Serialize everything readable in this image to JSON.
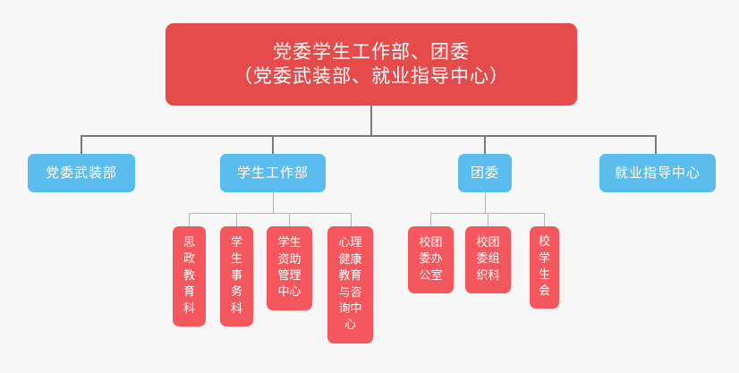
{
  "diagram": {
    "type": "organization-chart",
    "background_color": "#f7f7f7",
    "colors": {
      "root_fill": "#e54b4b",
      "department_fill": "#5bbdee",
      "leaf_fill": "#f4585e",
      "text": "#ffffff",
      "connector_primary": "#7a7a7a",
      "connector_secondary": "#b6b6b6"
    },
    "root": {
      "line1": "党委学生工作部、团委",
      "line2": "（党委武装部、就业指导中心）",
      "text": "党委学生工作部、团委\n（党委武装部、就业指导中心）"
    },
    "departments": [
      {
        "id": "armed",
        "label": "党委武装部",
        "children": []
      },
      {
        "id": "student-affairs",
        "label": "学生工作部",
        "children": [
          {
            "id": "ideological",
            "label": "思政教育科",
            "lines": "思\n政\n教\n育\n科"
          },
          {
            "id": "student-services",
            "label": "学生事务科",
            "lines": "学\n生\n事\n务\n科"
          },
          {
            "id": "financial-aid",
            "label": "学生资助管理中心",
            "lines": "学生\n资助\n管理\n中心"
          },
          {
            "id": "mental-health",
            "label": "心理健康教育与咨询中心",
            "lines": "心理\n健康\n教育\n与咨\n询中\n心"
          }
        ]
      },
      {
        "id": "youth-league",
        "label": "团委",
        "children": [
          {
            "id": "league-office",
            "label": "校团委办公室",
            "lines": "校团\n委办\n公室"
          },
          {
            "id": "league-organization",
            "label": "校团委组织科",
            "lines": "校团\n委组\n织科"
          },
          {
            "id": "student-union",
            "label": "校学生会",
            "lines": "校\n学\n生\n会"
          }
        ]
      },
      {
        "id": "career-guidance",
        "label": "就业指导中心",
        "children": []
      }
    ]
  }
}
